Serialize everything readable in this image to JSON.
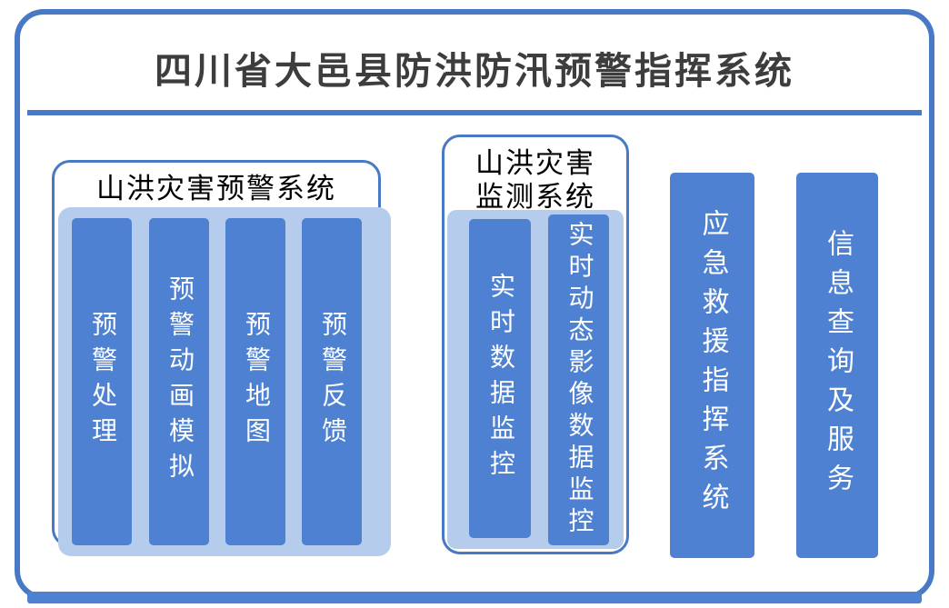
{
  "title": "四川省大邑县防洪防汛预警指挥系统",
  "colors": {
    "frame-blue": "#4779c4",
    "bar-blue": "#4e81d1",
    "panel-blue": "#b6cced",
    "title-text": "#3d3d3d",
    "label-text": "#000000",
    "bar-text": "#ffffff"
  },
  "groups": [
    {
      "label_lines": [
        "山洪灾害预警系统"
      ],
      "bars": [
        "预警处理",
        "预警动画模拟",
        "预警地图",
        "预警反馈"
      ]
    },
    {
      "label_lines": [
        "山洪灾害",
        "监测系统"
      ],
      "bars": [
        "实时数据监控",
        "实时动态影像数据监控"
      ]
    }
  ],
  "standalone_bars": [
    "应急救援指挥系统",
    "信息查询及服务"
  ]
}
